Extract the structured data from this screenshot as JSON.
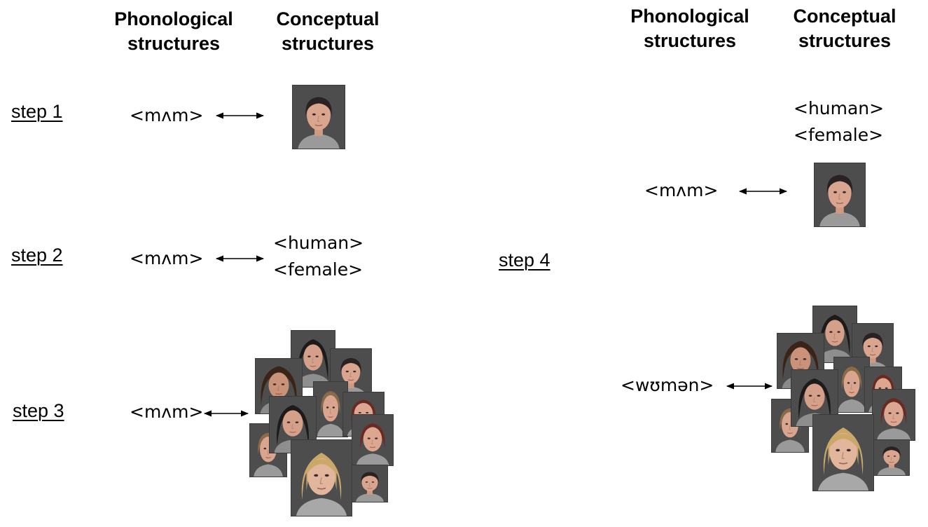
{
  "headers": {
    "left_phonological": [
      "Phonological",
      "structures"
    ],
    "left_conceptual": [
      "Conceptual",
      "structures"
    ],
    "right_phonological": [
      "Phonological",
      "structures"
    ],
    "right_conceptual": [
      "Conceptual",
      "structures"
    ]
  },
  "steps": [
    {
      "label": "step 1",
      "phon": "<mʌm>"
    },
    {
      "label": "step 2",
      "phon": "<mʌm>",
      "concepts": [
        "<human>",
        "<female>"
      ]
    },
    {
      "label": "step 3",
      "phon": "<mʌm>"
    },
    {
      "label": "step 4",
      "phon_top": "<mʌm>",
      "concepts": [
        "<human>",
        "<female>"
      ],
      "phon_bottom": "<wʊmən>"
    }
  ],
  "colors": {
    "photo_background": "#4a4a4a",
    "skin": "#d9a58e",
    "shirt": "#9a9a9a"
  },
  "icons": {
    "face_photo": "woman-face-photo",
    "arrow": "double-headed-arrow"
  }
}
